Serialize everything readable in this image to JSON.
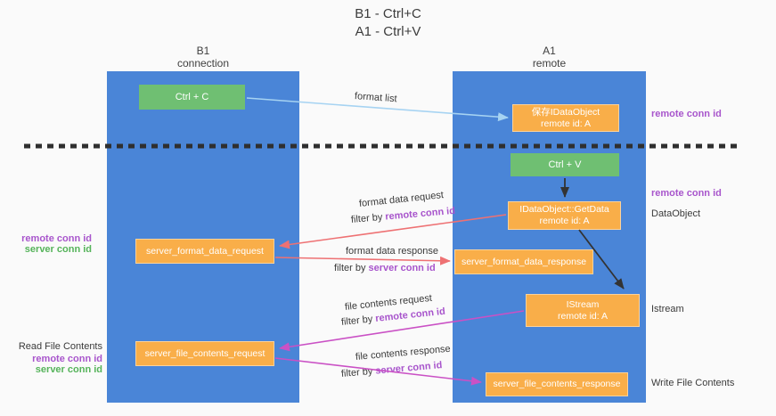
{
  "title": {
    "line1": "B1 - Ctrl+C",
    "line2": "A1 - Ctrl+V"
  },
  "lanes": {
    "left": {
      "title": "B1",
      "subtitle": "connection"
    },
    "right": {
      "title": "A1",
      "subtitle": "remote"
    }
  },
  "nodes": {
    "ctrl_c": {
      "label": "Ctrl + C"
    },
    "save_idataobject": {
      "line1": "保存IDataObject",
      "line2": "remote id: A"
    },
    "ctrl_v": {
      "label": "Ctrl + V"
    },
    "idataobject_getdata": {
      "line1": "IDataObject::GetData",
      "line2": "remote id: A"
    },
    "server_format_data_request": {
      "label": "server_format_data_request"
    },
    "server_format_data_response": {
      "label": "server_format_data_response"
    },
    "istream": {
      "line1": "IStream",
      "line2": "remote id: A"
    },
    "server_file_contents_request": {
      "label": "server_file_contents_request"
    },
    "server_file_contents_response": {
      "label": "server_file_contents_response"
    }
  },
  "edges": {
    "format_list": {
      "label": "format list"
    },
    "format_data_request": {
      "label": "format data request",
      "filter_prefix": "filter by ",
      "filter_key": "remote conn id"
    },
    "format_data_response": {
      "label": "format data response",
      "filter_prefix": "filter by ",
      "filter_key": "server conn id"
    },
    "file_contents_request": {
      "label": "file contents request",
      "filter_prefix": "filter by ",
      "filter_key": "remote conn id"
    },
    "file_contents_response": {
      "label": "file contents response",
      "filter_prefix": "filter by ",
      "filter_key": "server conn id"
    }
  },
  "right_labels": {
    "remote_conn_id_top": "remote conn id",
    "remote_conn_id_mid": "remote conn id",
    "dataobject": "DataObject",
    "istream": "Istream",
    "write_file_contents": "Write File Contents"
  },
  "left_labels": {
    "group1": {
      "remote": "remote conn id",
      "server": "server conn id"
    },
    "group2": {
      "title": "Read File Contents",
      "remote": "remote conn id",
      "server": "server conn id"
    }
  },
  "colors": {
    "background": "#fafafa",
    "lane_blue": "#4a85d7",
    "box_green": "#6fbf72",
    "box_orange": "#f9ae49",
    "text_purple": "#a855cc",
    "text_green": "#55b35a",
    "arrow_blue": "#a6d3f2",
    "arrow_red": "#ee7173",
    "arrow_magenta": "#ca51c5",
    "arrow_black": "#333333",
    "dash_black": "#2f2f2f",
    "text_dark": "#3a3a3a"
  }
}
